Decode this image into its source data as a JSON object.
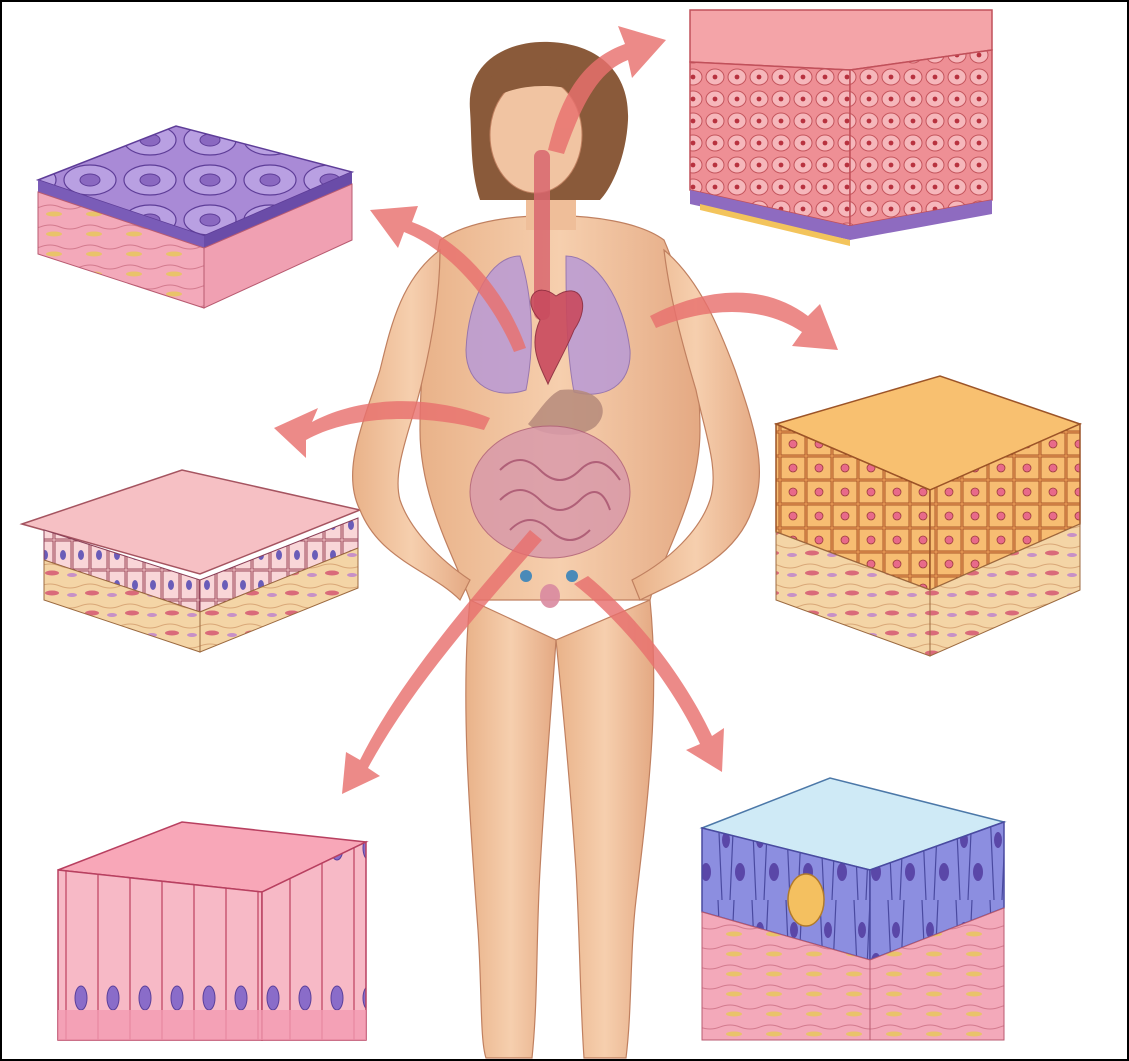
{
  "figure": {
    "border_color": "#000000",
    "background": "#ffffff",
    "arrow_color": "#e8706e",
    "figure_parts": [
      "head",
      "hair",
      "torso",
      "arms",
      "legs",
      "lungs",
      "heart",
      "trachea",
      "stomach",
      "intestines",
      "bladder",
      "ovaries"
    ],
    "tissue_blocks": [
      {
        "name": "simple-squamous-epithelium",
        "top_color": "#a98ad6",
        "body_color": "#f0a8b8"
      },
      {
        "name": "stratified-squamous-epithelium",
        "top_color": "#f3a3a6",
        "body_color": "#e77c80"
      },
      {
        "name": "simple-cuboidal-epithelium",
        "top_color": "#f6c0c4",
        "body_color": "#f3d0a0"
      },
      {
        "name": "stratified-cuboidal-epithelium",
        "top_color": "#f8b860",
        "body_color": "#f0a050"
      },
      {
        "name": "simple-columnar-epithelium",
        "top_color": "#f8a7b8",
        "body_color": "#f3b4c4"
      },
      {
        "name": "pseudostratified-columnar-epithelium",
        "top_color": "#cfeaf6",
        "body_color": "#8a88d8"
      }
    ]
  }
}
